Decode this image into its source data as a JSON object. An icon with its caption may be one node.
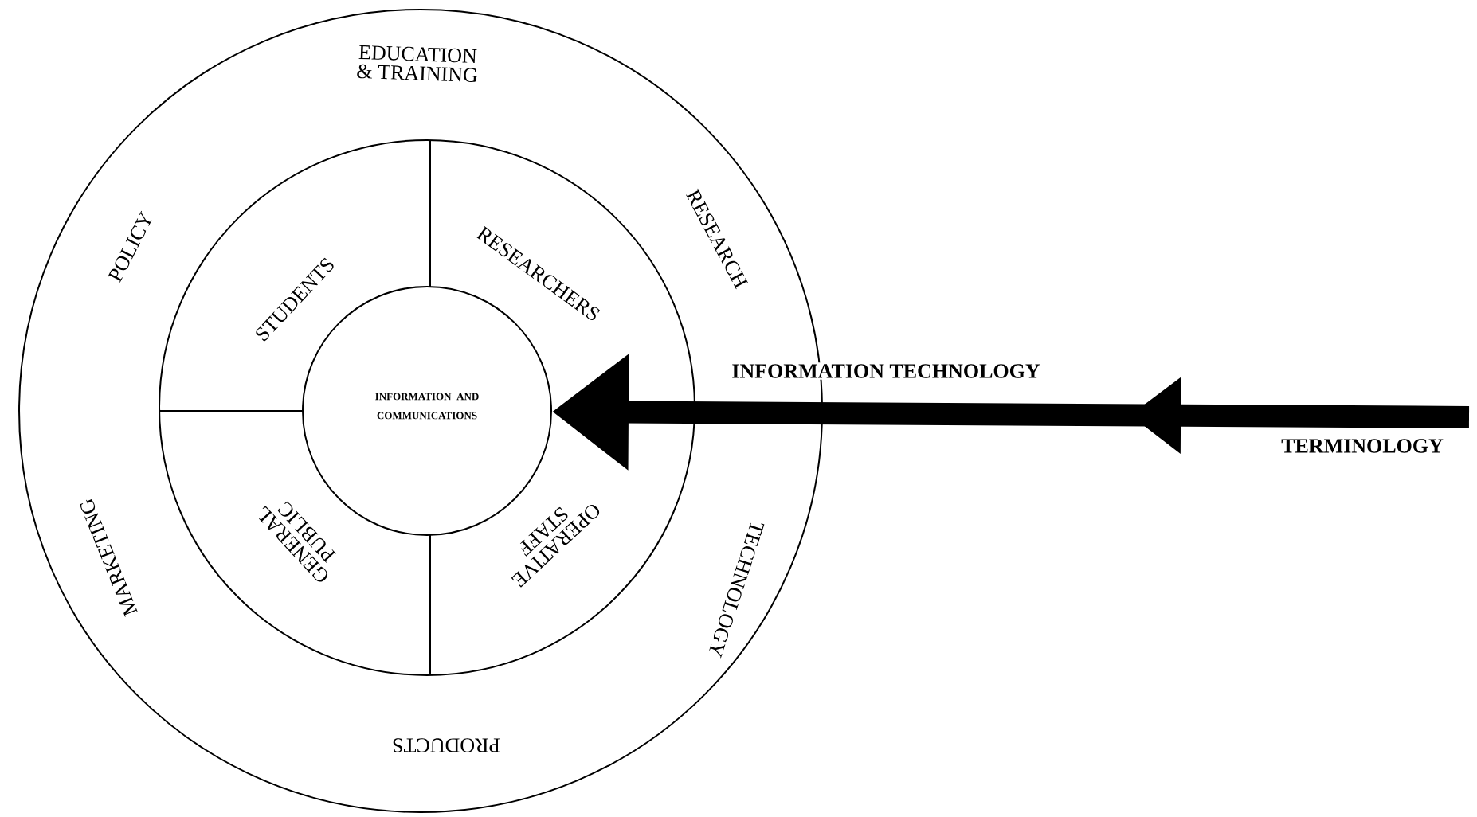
{
  "diagram": {
    "nodes": [
      {
        "text": [
          "EDUCATION & TRAINING",
          "RESEARCH",
          "TECHNOLOGY",
          "PRODUCTS",
          "MARKETING",
          "POLICY"
        ]
      },
      {
        "text": [
          "STUDENTS",
          "RESEARCHERS",
          "OPERATIVE STAFF",
          "GENERAL PUBLIC"
        ],
        "in": 0
      },
      {
        "text": [
          "INFORMATION AND COMMUNICATIONS"
        ],
        "in": 1
      }
    ],
    "edges": [
      {
        "from": null,
        "to": 2,
        "arrow": "to",
        "label": "INFORMATION TECHNOLOGY"
      }
    ],
    "labels": [
      "TERMINOLOGY"
    ]
  }
}
